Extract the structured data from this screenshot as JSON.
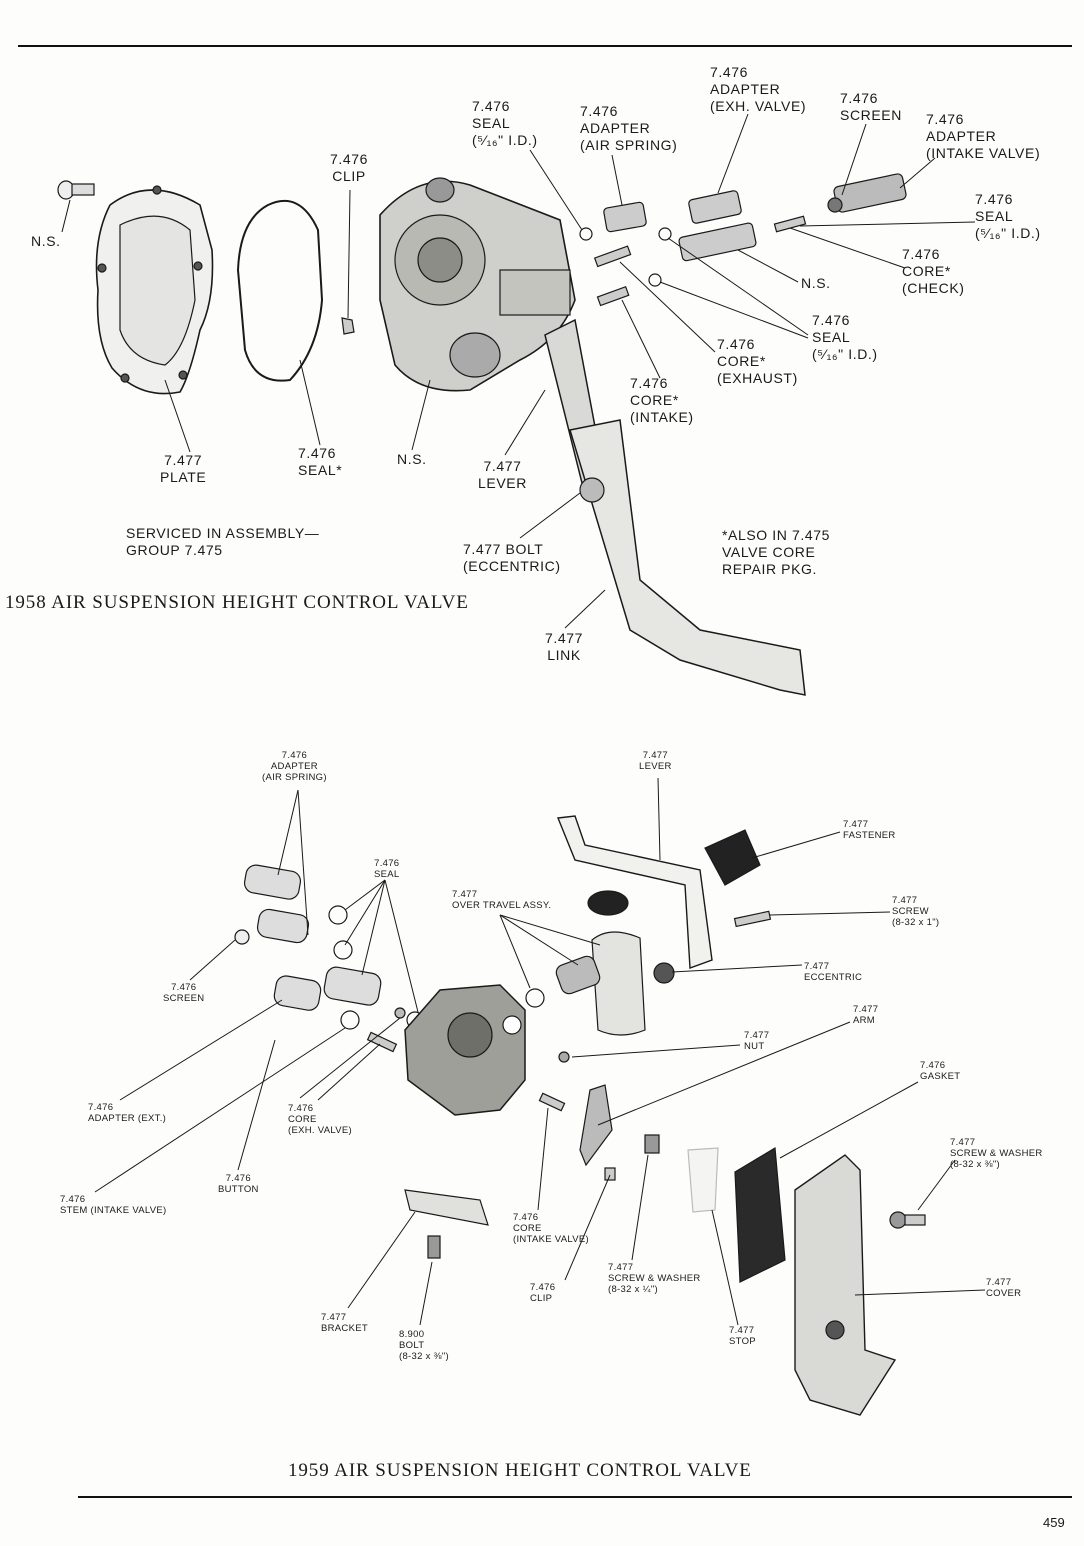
{
  "page_number": "459",
  "diagram_1958": {
    "title": "1958 AIR SUSPENSION HEIGHT CONTROL VALVE",
    "note_serviced": [
      "SERVICED IN ASSEMBLY—",
      "GROUP 7.475"
    ],
    "note_also": [
      "*ALSO IN 7.475",
      "VALVE CORE",
      "REPAIR PKG."
    ],
    "labels": {
      "ns_screw": [
        "N.S."
      ],
      "plate": [
        "7.477",
        "PLATE"
      ],
      "clip": [
        "7.476",
        "CLIP"
      ],
      "seal_gasket": [
        "7.476",
        "SEAL*"
      ],
      "ns_body": [
        "N.S."
      ],
      "seal_top": [
        "7.476",
        "SEAL",
        "(⁵⁄₁₆\" I.D.)"
      ],
      "adapter_air": [
        "7.476",
        "ADAPTER",
        "(AIR SPRING)"
      ],
      "adapter_exh": [
        "7.476",
        "ADAPTER",
        "(EXH. VALVE)"
      ],
      "screen": [
        "7.476",
        "SCREEN"
      ],
      "adapter_intake": [
        "7.476",
        "ADAPTER",
        "(INTAKE VALVE)"
      ],
      "seal_right": [
        "7.476",
        "SEAL",
        "(⁵⁄₁₆\" I.D.)"
      ],
      "core_check": [
        "7.476",
        "CORE*",
        "(CHECK)"
      ],
      "ns_stem": [
        "N.S."
      ],
      "seal_mid": [
        "7.476",
        "SEAL",
        "(⁵⁄₁₆\" I.D.)"
      ],
      "core_exhaust": [
        "7.476",
        "CORE*",
        "(EXHAUST)"
      ],
      "core_intake": [
        "7.476",
        "CORE*",
        "(INTAKE)"
      ],
      "lever": [
        "7.477",
        "LEVER"
      ],
      "bolt": [
        "7.477 BOLT",
        "(ECCENTRIC)"
      ],
      "link": [
        "7.477",
        "LINK"
      ]
    }
  },
  "diagram_1959": {
    "title": "1959 AIR SUSPENSION HEIGHT CONTROL VALVE",
    "labels": {
      "adapter_air": [
        "7.476",
        "ADAPTER",
        "(AIR SPRING)"
      ],
      "seal": [
        "7.476",
        "SEAL"
      ],
      "screen": [
        "7.476",
        "SCREEN"
      ],
      "adapter_ext": [
        "7.476",
        "ADAPTER (EXT.)"
      ],
      "stem": [
        "7.476",
        "STEM (INTAKE VALVE)"
      ],
      "button": [
        "7.476",
        "BUTTON"
      ],
      "core_exh": [
        "7.476",
        "CORE",
        "(EXH. VALVE)"
      ],
      "over_travel": [
        "7.477",
        "OVER TRAVEL ASSY."
      ],
      "lever": [
        "7.477",
        "LEVER"
      ],
      "fastener": [
        "7.477",
        "FASTENER"
      ],
      "screw": [
        "7.477",
        "SCREW",
        "(8-32 x 1\")"
      ],
      "eccentric": [
        "7.477",
        "ECCENTRIC"
      ],
      "nut": [
        "7.477",
        "NUT"
      ],
      "arm": [
        "7.477",
        "ARM"
      ],
      "gasket": [
        "7.476",
        "GASKET"
      ],
      "screw_washer_right": [
        "7.477",
        "SCREW & WASHER",
        "(8-32 x ⅜\")"
      ],
      "cover": [
        "7.477",
        "COVER"
      ],
      "core_intake": [
        "7.476",
        "CORE",
        "(INTAKE VALVE)"
      ],
      "clip": [
        "7.476",
        "CLIP"
      ],
      "screw_washer_mid": [
        "7.477",
        "SCREW & WASHER",
        "(8-32 x ¼\")"
      ],
      "stop": [
        "7.477",
        "STOP"
      ],
      "bracket": [
        "7.477",
        "BRACKET"
      ],
      "bolt": [
        "8.900",
        "BOLT",
        "(8-32 x ⅜\")"
      ]
    }
  }
}
